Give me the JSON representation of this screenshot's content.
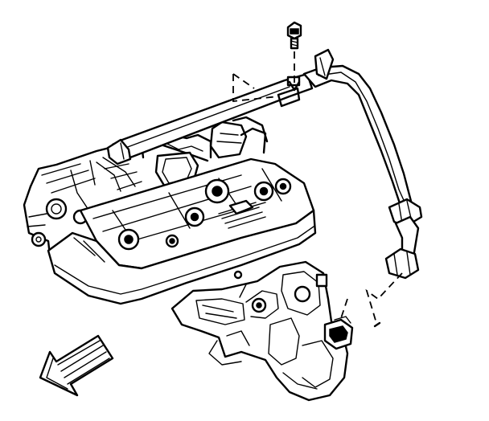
{
  "diagram": {
    "view": "engine-top-right",
    "components": [
      "bolt",
      "pipe-bracket",
      "egr-pipe",
      "pipe-fitting",
      "valve-cover",
      "exhaust-manifold",
      "manifold-fitting",
      "front-direction-arrow"
    ],
    "line_color": "#000000",
    "background": "#ffffff"
  }
}
